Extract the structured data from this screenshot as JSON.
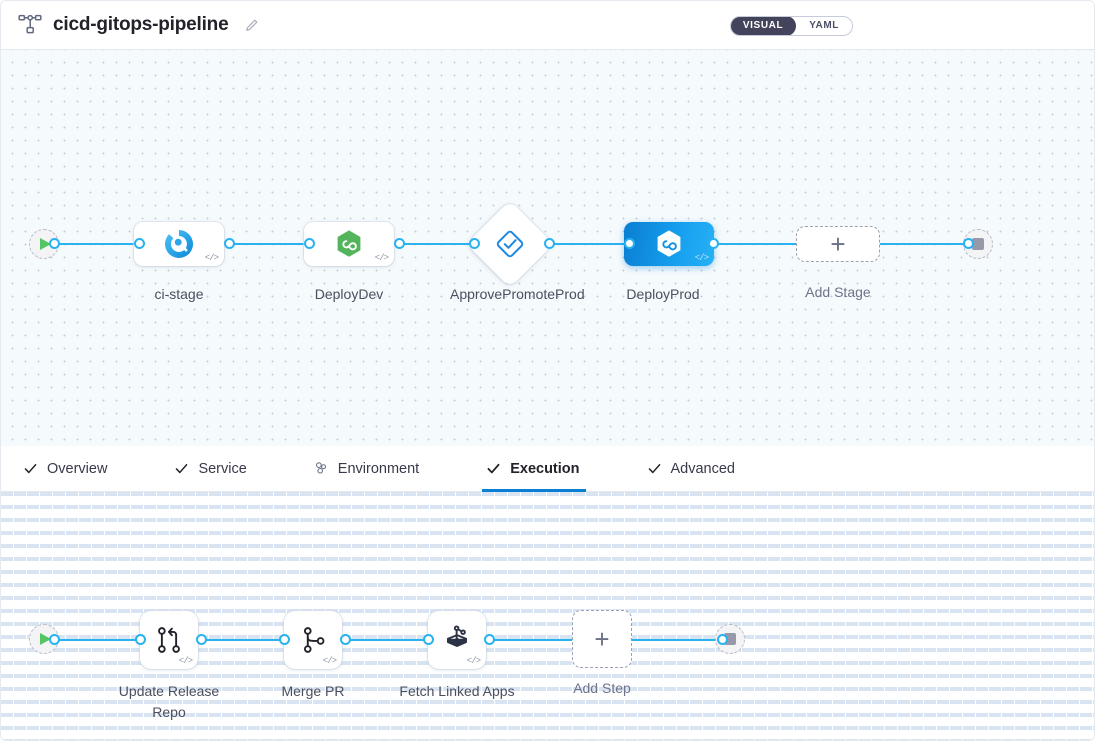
{
  "header": {
    "pipeline_icon": "pipeline-diagram-icon",
    "title": "cicd-gitops-pipeline",
    "edit_icon": "pencil-edit-icon",
    "view_toggle": {
      "options": [
        {
          "label": "VISUAL",
          "active": true
        },
        {
          "label": "YAML",
          "active": false
        }
      ]
    }
  },
  "accent_colors": {
    "edge_blue": "#29b2f0",
    "selected_blue": "#0a7ed3",
    "active_tab_underline": "#0a7fd4",
    "start_green": "#55c462",
    "argocd_green": "#4caf50",
    "toggle_dark": "#43435c"
  },
  "stage_graph": {
    "start_node": {
      "name": "pipeline-start",
      "icon": "play-icon"
    },
    "end_node": {
      "name": "pipeline-end",
      "icon": "stop-icon"
    },
    "stages": [
      {
        "label": "ci-stage",
        "icon": "ci-build-icon",
        "type": "card",
        "selected": false,
        "code_badge": "</>"
      },
      {
        "label": "DeployDev",
        "icon": "argocd-hexagon-icon",
        "type": "card",
        "selected": false,
        "code_badge": "</>"
      },
      {
        "label": "ApprovePromoteProd",
        "icon": "approval-check-diamond-icon",
        "type": "diamond",
        "selected": false
      },
      {
        "label": "DeployProd",
        "icon": "argocd-hexagon-icon",
        "type": "card",
        "selected": true,
        "code_badge": "</>"
      }
    ],
    "add_stage": {
      "label": "Add Stage",
      "icon": "plus-icon"
    }
  },
  "tabs": [
    {
      "label": "Overview",
      "icon": "check-icon",
      "active": false
    },
    {
      "label": "Service",
      "icon": "check-icon",
      "active": false
    },
    {
      "label": "Environment",
      "icon": "environment-cluster-icon",
      "active": false
    },
    {
      "label": "Execution",
      "icon": "check-icon",
      "active": true
    },
    {
      "label": "Advanced",
      "icon": "check-icon",
      "active": false
    }
  ],
  "step_graph": {
    "start_node": {
      "name": "execution-start",
      "icon": "play-icon"
    },
    "end_node": {
      "name": "execution-end",
      "icon": "stop-icon"
    },
    "steps": [
      {
        "label": "Update Release Repo",
        "icon": "git-merge-branch-icon",
        "code_badge": "</>"
      },
      {
        "label": "Merge PR",
        "icon": "git-branch-icon",
        "code_badge": "</>"
      },
      {
        "label": "Fetch Linked Apps",
        "icon": "harness-deploy-box-icon",
        "code_badge": "</>"
      }
    ],
    "add_step": {
      "label": "Add Step",
      "icon": "plus-icon"
    }
  }
}
